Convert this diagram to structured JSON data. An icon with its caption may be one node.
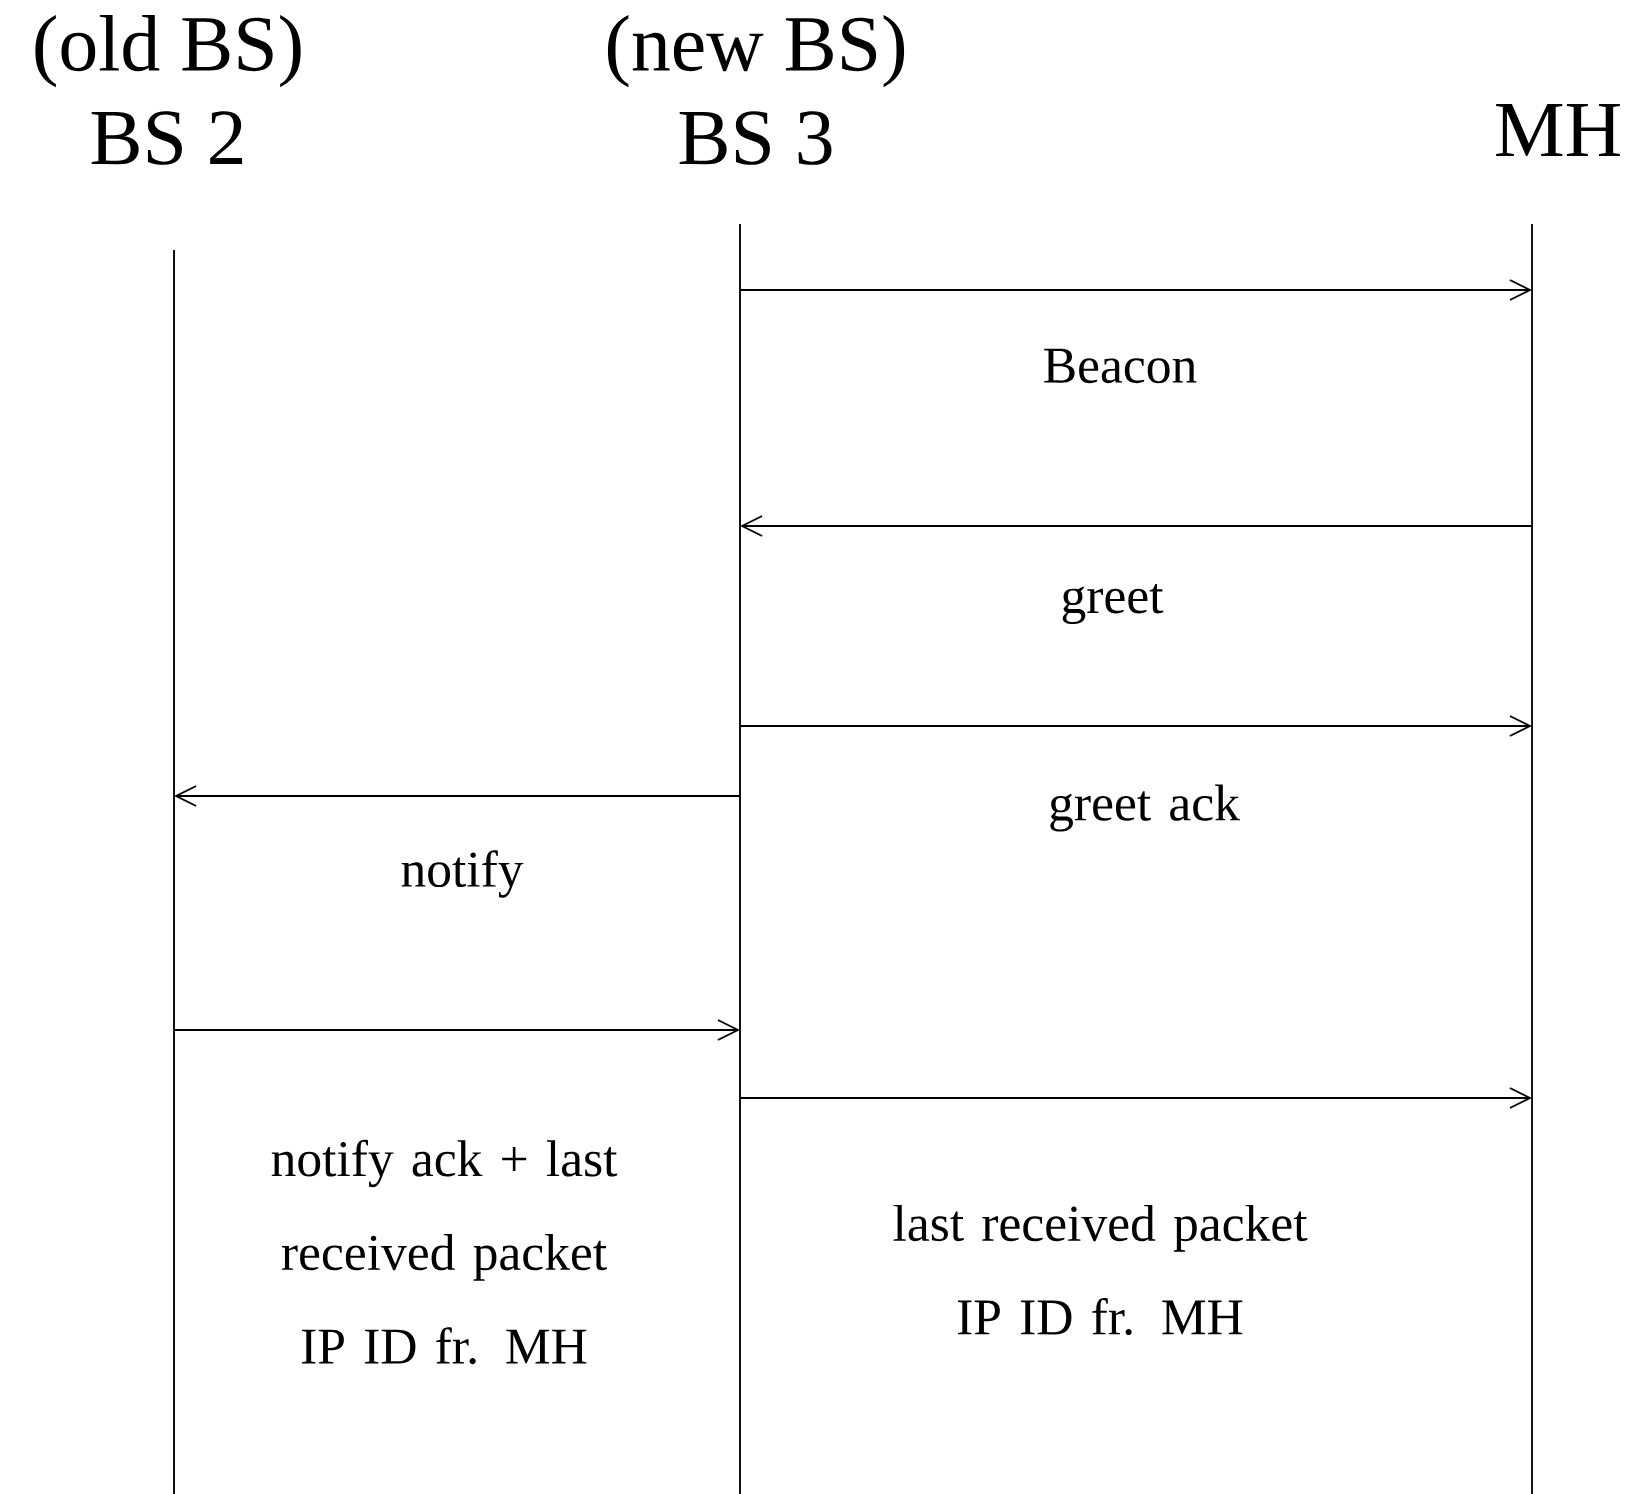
{
  "diagram": {
    "nodes": [
      {
        "text": [
          "(old BS)",
          "BS 2"
        ]
      },
      {
        "text": [
          "(new BS)",
          "BS 3"
        ]
      },
      {
        "text": [
          "MH"
        ]
      }
    ],
    "edges": [
      {
        "from": 1,
        "to": 2,
        "arrow": "to",
        "label": "Beacon"
      },
      {
        "from": 2,
        "to": 1,
        "arrow": "to",
        "label": "greet"
      },
      {
        "from": 1,
        "to": 2,
        "arrow": "to",
        "label": "greet ack"
      },
      {
        "from": 1,
        "to": 0,
        "arrow": "to",
        "label": "notify"
      },
      {
        "from": 0,
        "to": 1,
        "arrow": "to",
        "label": "notify ack + last received packet IP ID fr. MH"
      },
      {
        "from": 1,
        "to": 2,
        "arrow": "to",
        "label": "last received packet IP ID fr. MH"
      }
    ]
  }
}
